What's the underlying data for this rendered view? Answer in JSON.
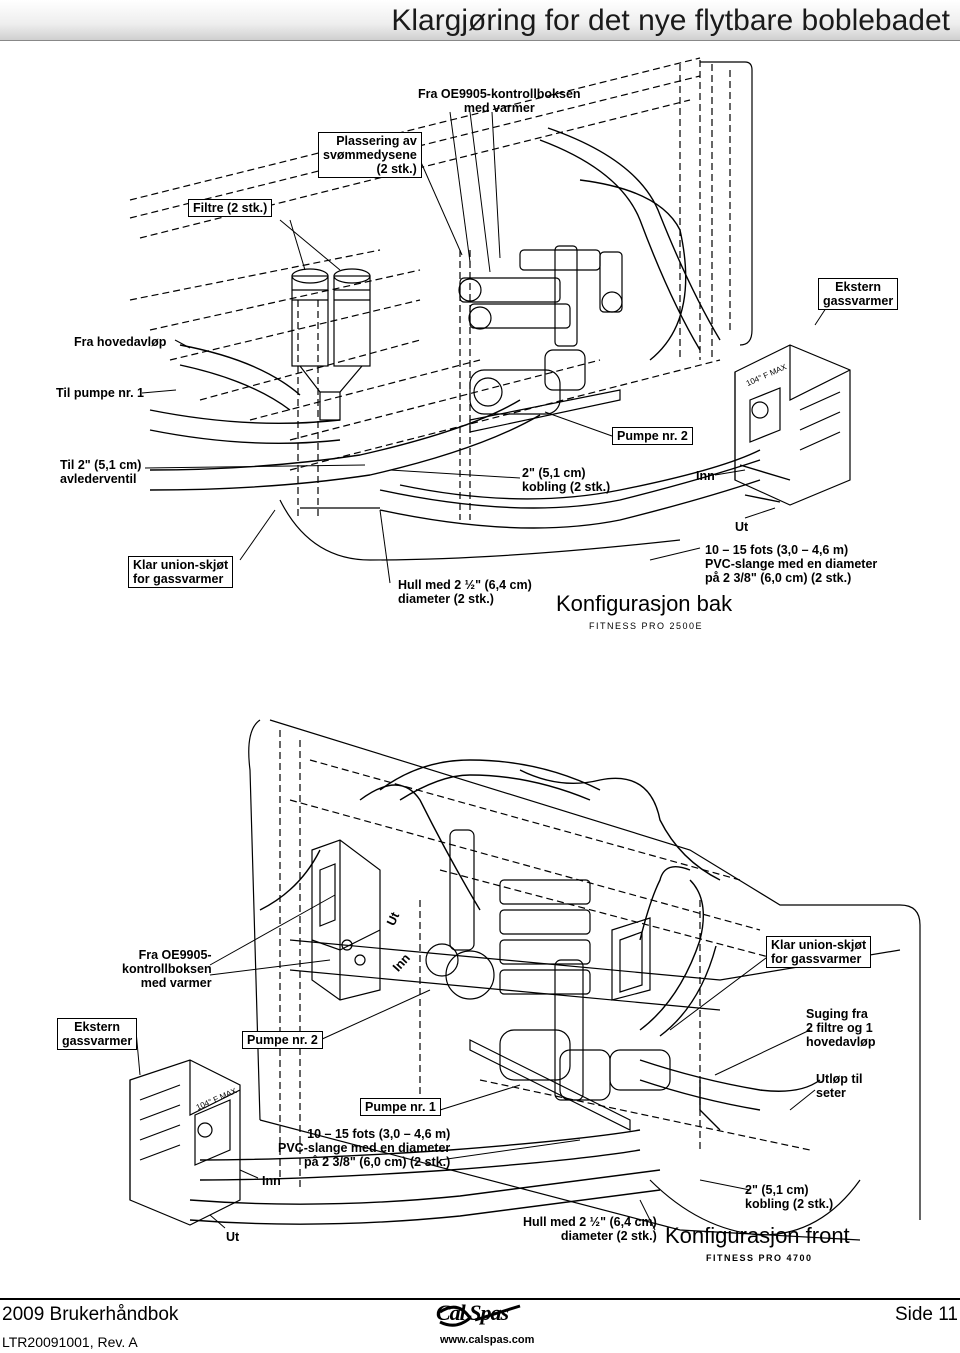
{
  "page": {
    "title": "Klargjøring for det nye flytbare boblebadet"
  },
  "top_diagram": {
    "heading": "Konfigurasjon bak",
    "model": "FITNESS PRO 2500E",
    "labels": {
      "from_control": [
        "Fra OE9905-kontrollboksen",
        "med varmer"
      ],
      "nozzle_placement": [
        "Plassering av",
        "svømmedysene",
        "(2 stk.)"
      ],
      "filters": "Filtre (2 stk.)",
      "external_heater": [
        "Ekstern",
        "gassvarmer"
      ],
      "from_main_drain": "Fra hovedavløp",
      "to_pump1": "Til pumpe nr. 1",
      "to_diverter": [
        "Til 2\" (5,1 cm)",
        "avlederventil"
      ],
      "pump2": "Pumpe nr. 2",
      "coupling": [
        "2\" (5,1 cm)",
        "kobling (2 stk.)"
      ],
      "inn": "Inn",
      "ut": "Ut",
      "union": [
        "Klar union-skjøt",
        "for gassvarmer"
      ],
      "hole": [
        "Hull med 2 ½\" (6,4 cm)",
        "diameter (2 stk.)"
      ],
      "hose": [
        "10 – 15 fots (3,0 – 4,6 m)",
        "PVC-slange med en diameter",
        "på 2 3/8\" (6,0 cm) (2 stk.)"
      ],
      "heater_dial": "104° F MAX"
    }
  },
  "bottom_diagram": {
    "heading": "Konfigurasjon front",
    "model": "FITNESS PRO 4700",
    "labels": {
      "from_control": [
        "Fra OE9905-",
        "kontrollboksen",
        "med varmer"
      ],
      "external_heater": [
        "Ekstern",
        "gassvarmer"
      ],
      "pump2": "Pumpe nr. 2",
      "pump1": "Pumpe nr. 1",
      "union": [
        "Klar union-skjøt",
        "for gassvarmer"
      ],
      "suction": [
        "Suging fra",
        "2 filtre og 1",
        "hovedavløp"
      ],
      "outlet": [
        "Utløp til",
        "seter"
      ],
      "hose": [
        "10 – 15 fots (3,0 – 4,6 m)",
        "PVC-slange med en diameter",
        "på 2 3/8\" (6,0 cm) (2 stk.)"
      ],
      "coupling": [
        "2\" (5,1 cm)",
        "kobling (2 stk.)"
      ],
      "hole": [
        "Hull med 2 ½\" (6,4 cm)",
        "diameter (2 stk.)"
      ],
      "inn": "Inn",
      "ut": "Ut",
      "vert_ut": "Ut",
      "vert_inn": "Inn",
      "heater_dial": "104° F MAX"
    }
  },
  "footer": {
    "left_top": "2009 Brukerhåndbok",
    "left_bottom": "LTR20091001, Rev. A",
    "logo": "Cal Spas",
    "website": "www.calspas.com",
    "page": "Side 11"
  }
}
